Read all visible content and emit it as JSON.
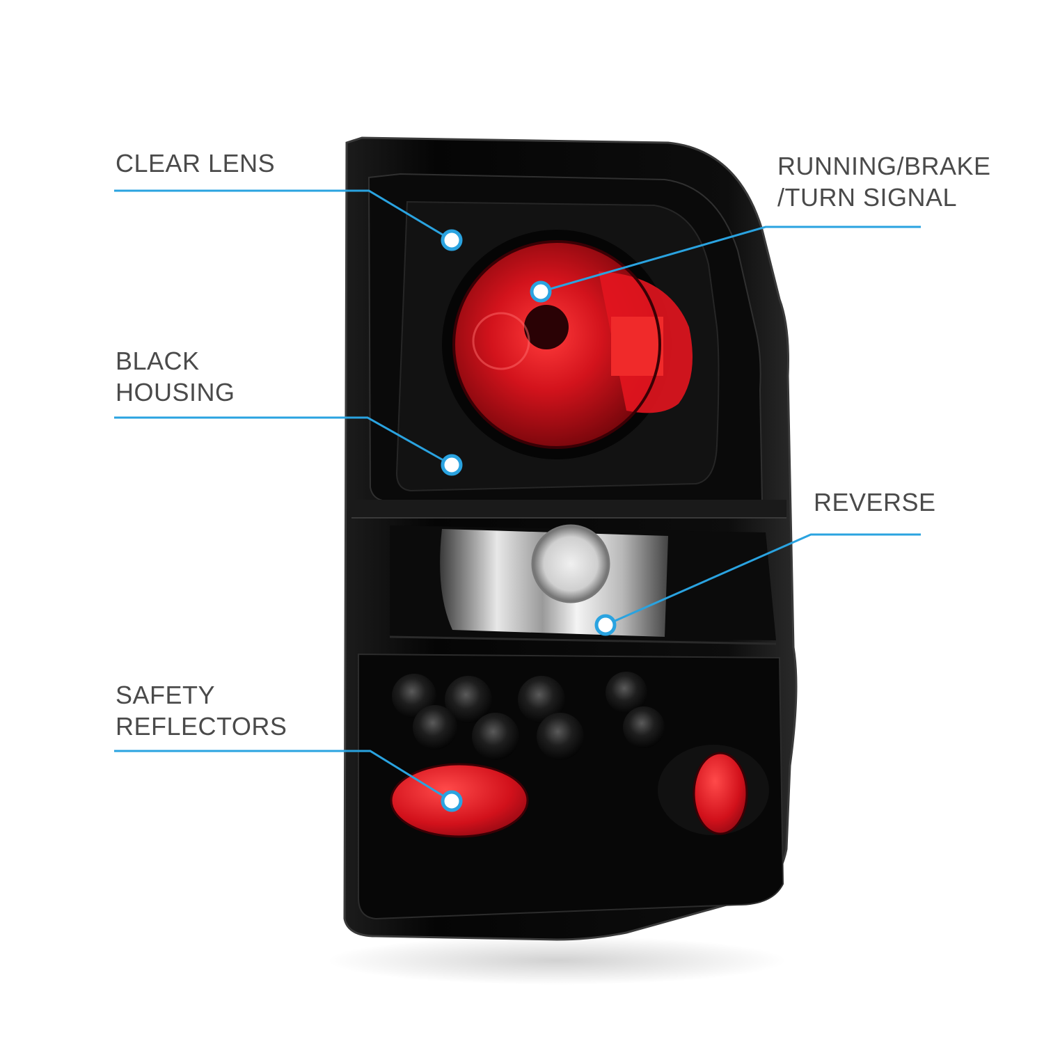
{
  "callouts": {
    "clear_lens": {
      "lines": [
        "CLEAR LENS"
      ]
    },
    "black_housing": {
      "lines": [
        "BLACK",
        "HOUSING"
      ]
    },
    "safety_reflectors": {
      "lines": [
        "SAFETY",
        "REFLECTORS"
      ]
    },
    "running_brake_turn": {
      "lines": [
        "RUNNING/BRAKE",
        "/TURN SIGNAL"
      ]
    },
    "reverse": {
      "lines": [
        "REVERSE"
      ]
    }
  },
  "colors": {
    "accent_line": "#2aa3e0",
    "label_text": "#4a4a4a",
    "lens_red": "#c8101a",
    "housing_black": "#0b0b0b"
  }
}
